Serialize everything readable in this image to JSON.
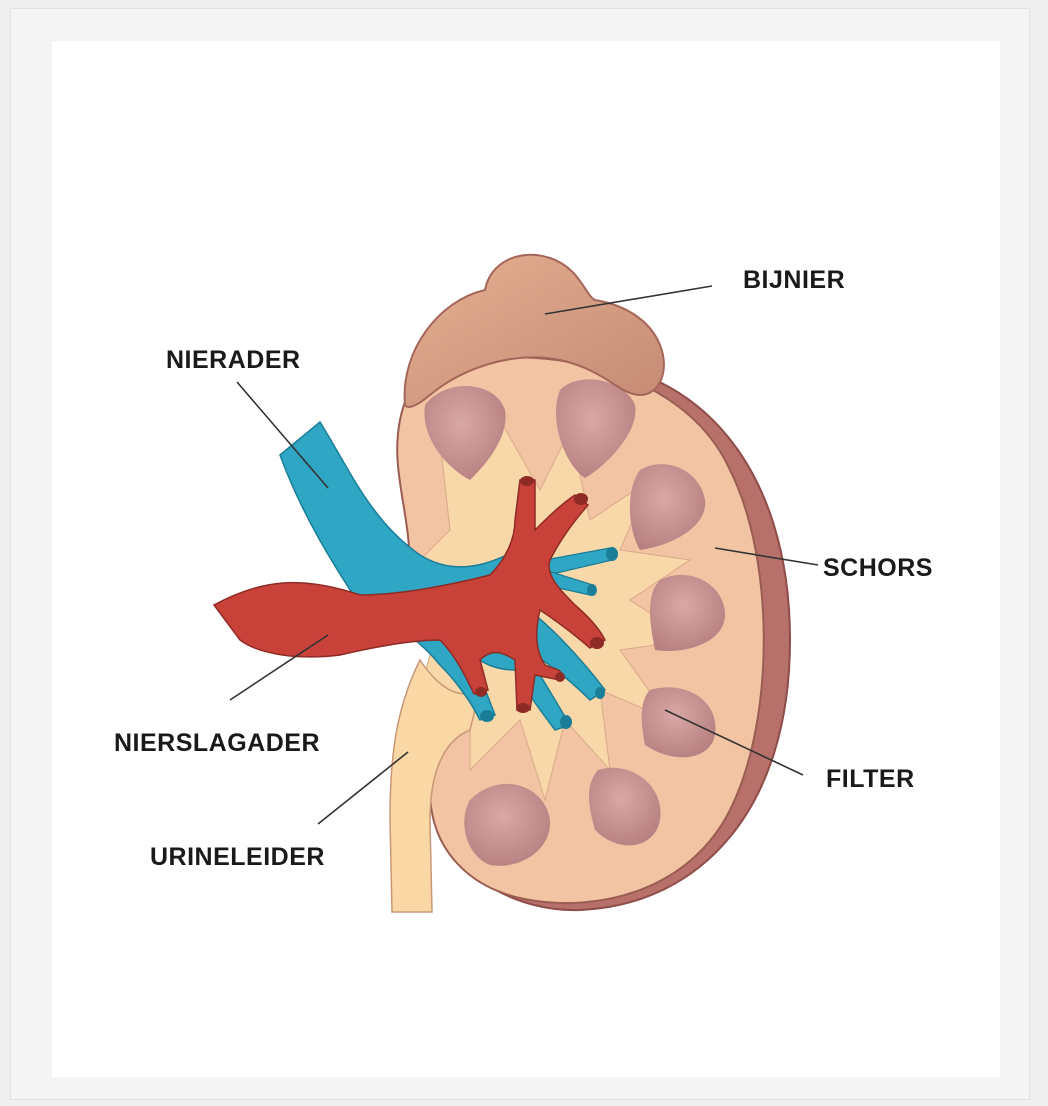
{
  "labels": {
    "bijnier": "BIJNIER",
    "nierader": "NIERADER",
    "schors": "SCHORS",
    "nierslagader": "NIERSLAGADER",
    "filter": "FILTER",
    "urineleider": "URINELEIDER"
  },
  "colors": {
    "background": "#efefef",
    "panel": "#ffffff",
    "cortex": "#f2c4a4",
    "capsule_edge": "#b66a63",
    "adrenal": "#dca48a",
    "pyramid": "#c99393",
    "medulla": "#f8d7a8",
    "vein": "#2ea6c4",
    "artery": "#c8423a",
    "ureter": "#f9d8a6"
  }
}
